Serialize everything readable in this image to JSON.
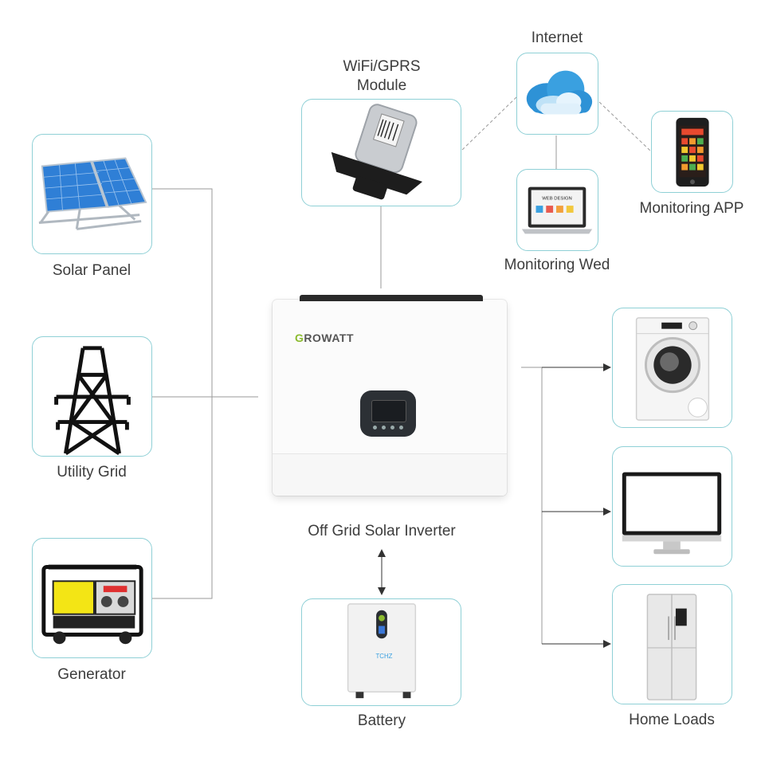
{
  "nodes": {
    "solar_panel": {
      "label": "Solar Panel",
      "icon": "solar-panel-icon"
    },
    "utility_grid": {
      "label": "Utility Grid",
      "icon": "power-tower-icon"
    },
    "generator": {
      "label": "Generator",
      "icon": "generator-icon"
    },
    "wifi_module": {
      "label_line1": "WiFi/GPRS",
      "label_line2": "Module",
      "icon": "wifi-module-icon"
    },
    "internet": {
      "label": "Internet",
      "icon": "cloud-icon"
    },
    "monitoring_web": {
      "label": "Monitoring Wed",
      "icon": "laptop-icon",
      "screen_text": "WEB DESIGN"
    },
    "monitoring_app": {
      "label": "Monitoring APP",
      "icon": "smartphone-icon"
    },
    "inverter": {
      "label": "Off Grid Solar Inverter",
      "brand_g": "G",
      "brand_rest": "ROWATT",
      "icon": "inverter-icon"
    },
    "battery": {
      "label": "Battery",
      "brand": "TCHZ",
      "icon": "battery-icon"
    },
    "washing_machine": {
      "icon": "washing-machine-icon"
    },
    "monitor": {
      "icon": "monitor-icon"
    },
    "fridge": {
      "icon": "refrigerator-icon"
    },
    "home_loads": {
      "label": "Home Loads"
    }
  },
  "colors": {
    "card_border": "#8fd0d6",
    "connector": "#9a9a9a",
    "solar_blue": "#2f7fd6",
    "brand_green": "#8bbb2e",
    "generator_yellow": "#f3e515"
  }
}
